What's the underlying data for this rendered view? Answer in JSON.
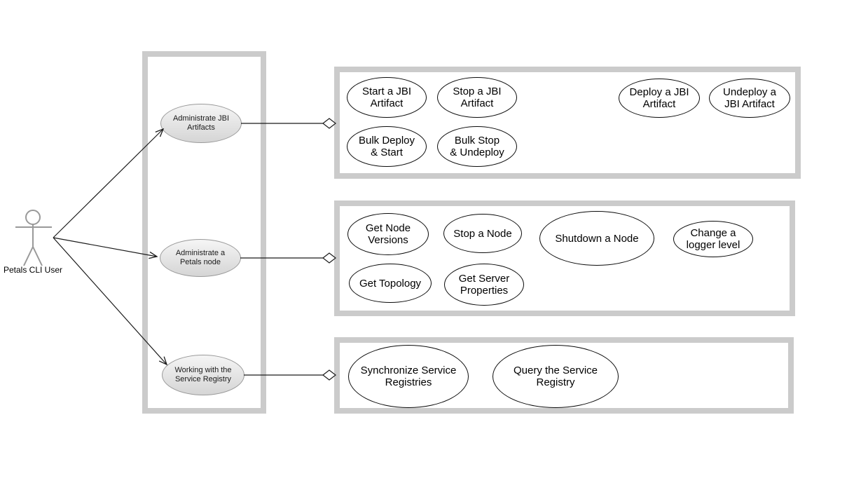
{
  "diagram": {
    "actor": {
      "label": "Petals CLI User"
    },
    "primary": {
      "items": [
        {
          "label": "Administrate JBI\nArtifacts"
        },
        {
          "label": "Administrate a\nPetals node"
        },
        {
          "label": "Working with the\nService Registry"
        }
      ]
    },
    "frames": [
      {
        "use_cases": [
          {
            "label": "Start a JBI\nArtifact"
          },
          {
            "label": "Stop a JBI\nArtifact"
          },
          {
            "label": "Deploy a JBI\nArtifact"
          },
          {
            "label": "Undeploy a\nJBI Artifact"
          },
          {
            "label": "Bulk Deploy\n& Start"
          },
          {
            "label": "Bulk Stop\n& Undeploy"
          }
        ]
      },
      {
        "use_cases": [
          {
            "label": "Get Node\nVersions"
          },
          {
            "label": "Stop a Node"
          },
          {
            "label": "Shutdown a Node"
          },
          {
            "label": "Change a\nlogger level"
          },
          {
            "label": "Get Topology"
          },
          {
            "label": "Get Server\nProperties"
          }
        ]
      },
      {
        "use_cases": [
          {
            "label": "Synchronize Service\nRegistries"
          },
          {
            "label": "Query the Service\nRegistry"
          }
        ]
      }
    ],
    "colors": {
      "frame_border": "#cbcbcb",
      "primary_ellipse_fill_top": "#f5f5f5",
      "primary_ellipse_fill_bottom": "#d5d5d5",
      "primary_ellipse_border": "#9a9a9a",
      "use_case_fill": "#ffffff",
      "use_case_border": "#0a0a0a",
      "actor_color": "#999999",
      "connector_color": "#1a1a1a"
    }
  }
}
